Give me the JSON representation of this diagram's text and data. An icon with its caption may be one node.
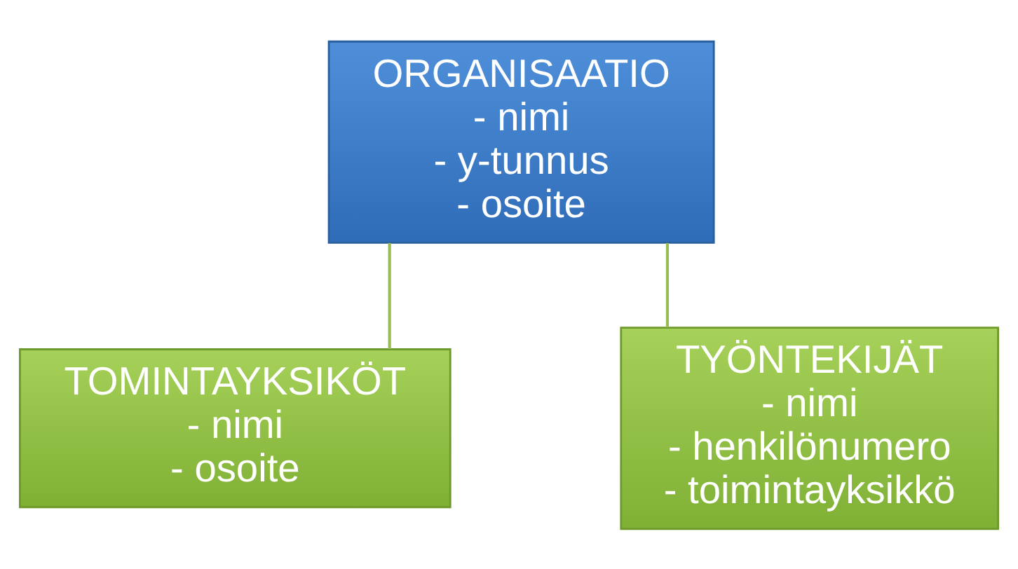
{
  "diagram": {
    "nodes": [
      {
        "text": [
          "ORGANISAATIO",
          "- nimi",
          "- y-tunnus",
          "- osoite"
        ]
      },
      {
        "text": [
          "TOMINTAYKSIKÖT",
          "- nimi",
          "- osoite"
        ]
      },
      {
        "text": [
          "TYÖNTEKIJÄT",
          "- nimi",
          "- henkilönumero",
          "- toimintayksikkö"
        ]
      }
    ],
    "edges": [
      {
        "from": 0,
        "to": 1,
        "arrow": "none"
      },
      {
        "from": 0,
        "to": 2,
        "arrow": "none"
      }
    ]
  }
}
